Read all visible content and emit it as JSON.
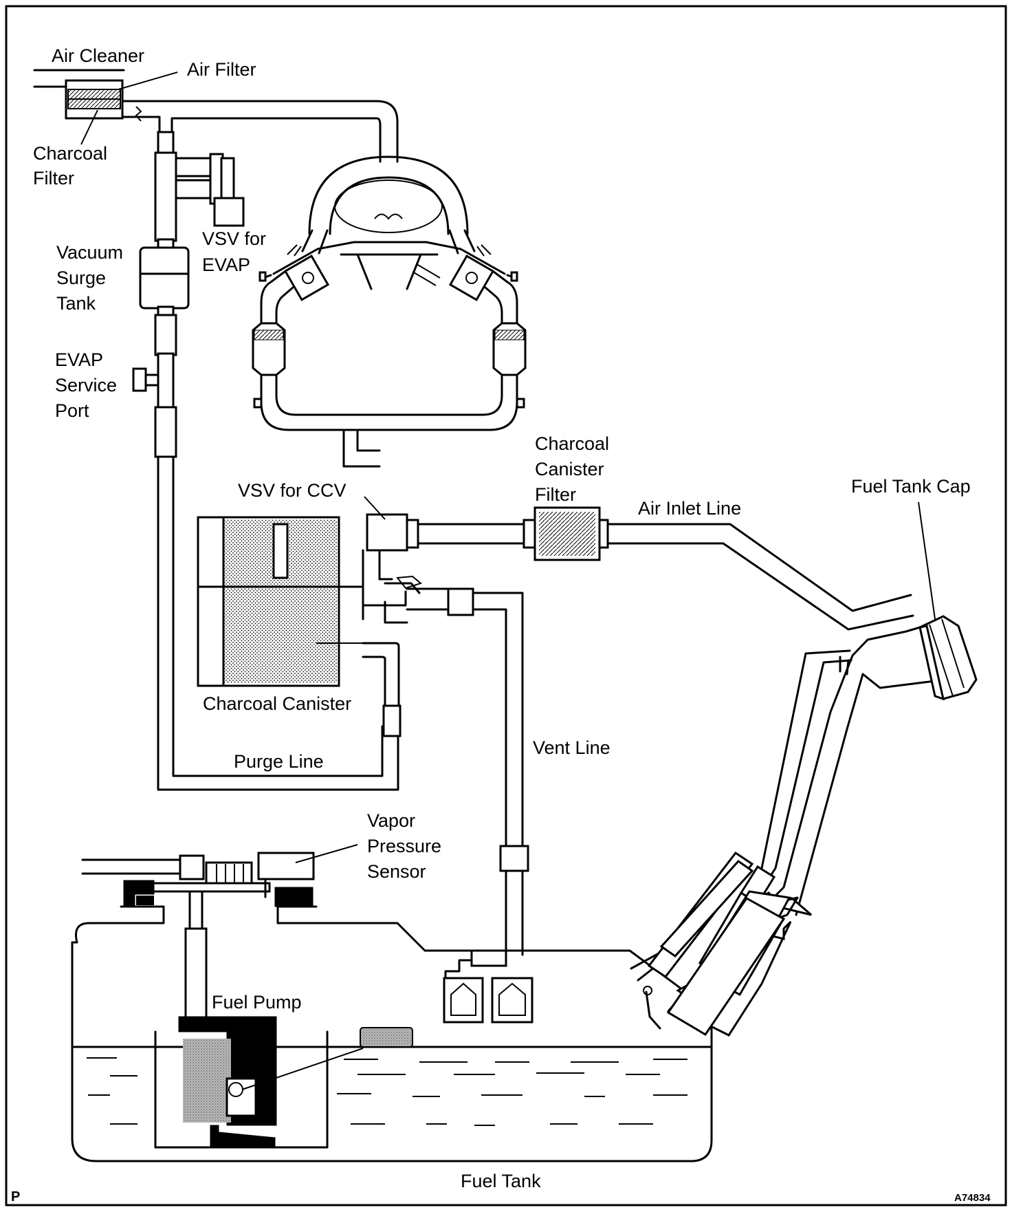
{
  "labels": {
    "air_cleaner": "Air Cleaner",
    "air_filter": "Air Filter",
    "charcoal_filter": [
      "Charcoal",
      "Filter"
    ],
    "vacuum_surge_tank": [
      "Vacuum",
      "Surge",
      "Tank"
    ],
    "vsv_evap": [
      "VSV for",
      "EVAP"
    ],
    "evap_service_port": [
      "EVAP",
      "Service",
      "Port"
    ],
    "charcoal_canister_filter": [
      "Charcoal",
      "Canister",
      "Filter"
    ],
    "vsv_ccv": "VSV for CCV",
    "air_inlet_line": "Air Inlet Line",
    "fuel_tank_cap": "Fuel Tank Cap",
    "charcoal_canister": "Charcoal Canister",
    "vent_line": "Vent Line",
    "purge_line": "Purge Line",
    "vapor_pressure_sensor": [
      "Vapor",
      "Pressure",
      "Sensor"
    ],
    "fuel_pump": "Fuel Pump",
    "fuel_tank": "Fuel Tank",
    "corner_mark": "P",
    "figure_code": "A74834"
  }
}
